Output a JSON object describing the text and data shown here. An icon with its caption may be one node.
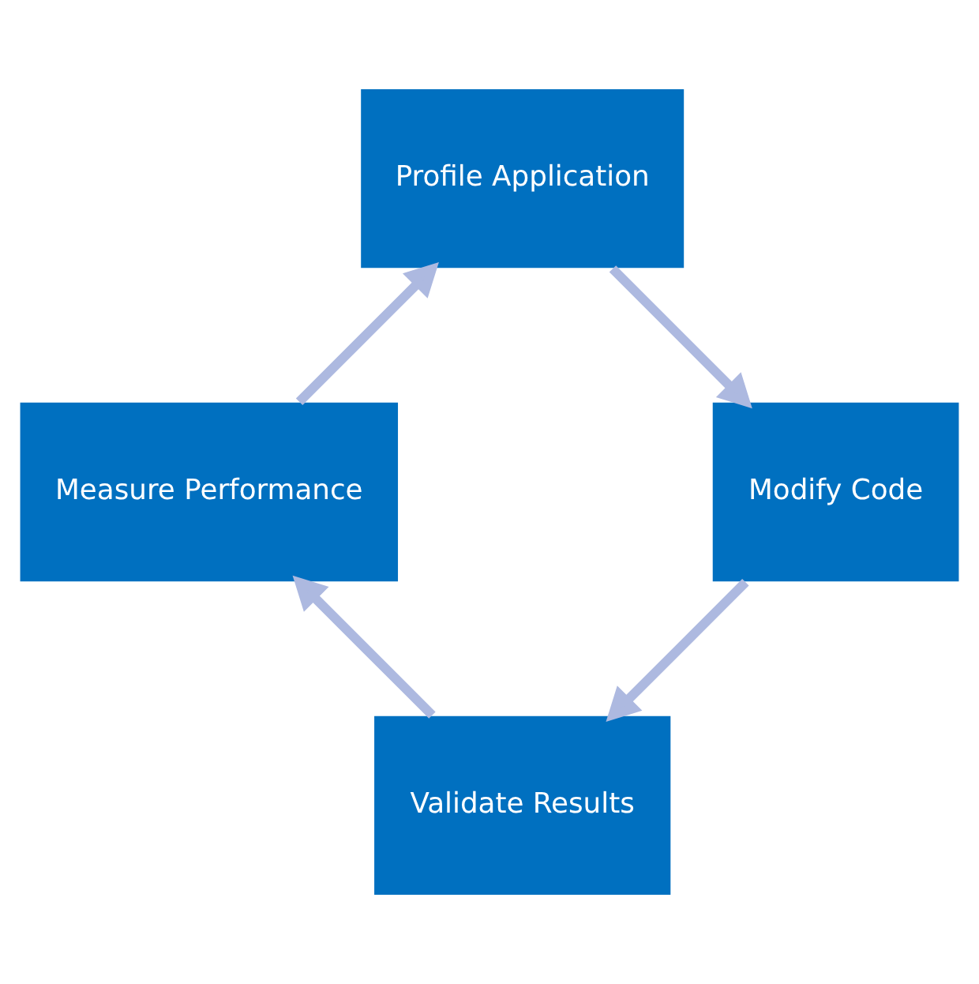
{
  "diagram": {
    "nodes": [
      {
        "text": [
          "Validate Results"
        ]
      },
      {
        "text": [
          "Measure Performance"
        ]
      },
      {
        "text": [
          "Profile Application"
        ]
      },
      {
        "text": [
          "Modify Code"
        ]
      }
    ],
    "edges": [
      {
        "from": 0,
        "to": 1,
        "arrow": "to",
        "color": "#adb9e0"
      },
      {
        "from": 1,
        "to": 2,
        "arrow": "to",
        "color": "#adb9e0"
      },
      {
        "from": 2,
        "to": 3,
        "arrow": "to",
        "color": "#adb9e0"
      },
      {
        "from": 3,
        "to": 0,
        "arrow": "to",
        "color": "#adb9e0"
      }
    ]
  }
}
